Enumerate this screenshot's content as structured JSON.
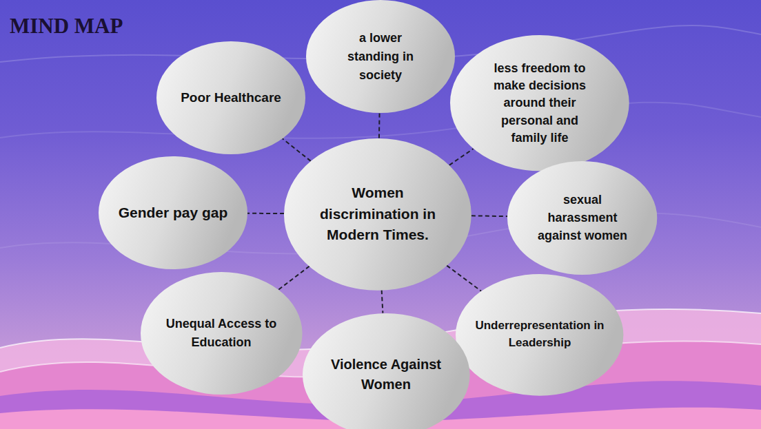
{
  "diagram": {
    "title": "MIND MAP",
    "nodes": [
      {
        "text": [
          "Women discrimination in Modern Times."
        ]
      },
      {
        "text": [
          "a lower standing in society"
        ]
      },
      {
        "text": [
          "less freedom to make decisions around their personal and family life"
        ]
      },
      {
        "text": [
          "sexual harassment against women"
        ]
      },
      {
        "text": [
          "Underrepresentation in Leadership"
        ]
      },
      {
        "text": [
          "Violence Against Women"
        ]
      },
      {
        "text": [
          "Unequal Access to Education"
        ]
      },
      {
        "text": [
          "Gender pay gap"
        ]
      },
      {
        "text": [
          "Poor Healthcare"
        ]
      }
    ],
    "edges": [
      {
        "from": 0,
        "to": 1,
        "arrow": "none"
      },
      {
        "from": 0,
        "to": 2,
        "arrow": "none"
      },
      {
        "from": 0,
        "to": 3,
        "arrow": "none"
      },
      {
        "from": 0,
        "to": 4,
        "arrow": "none"
      },
      {
        "from": 0,
        "to": 5,
        "arrow": "none"
      },
      {
        "from": 0,
        "to": 6,
        "arrow": "none"
      },
      {
        "from": 0,
        "to": 7,
        "arrow": "none"
      },
      {
        "from": 0,
        "to": 8,
        "arrow": "none"
      }
    ]
  }
}
